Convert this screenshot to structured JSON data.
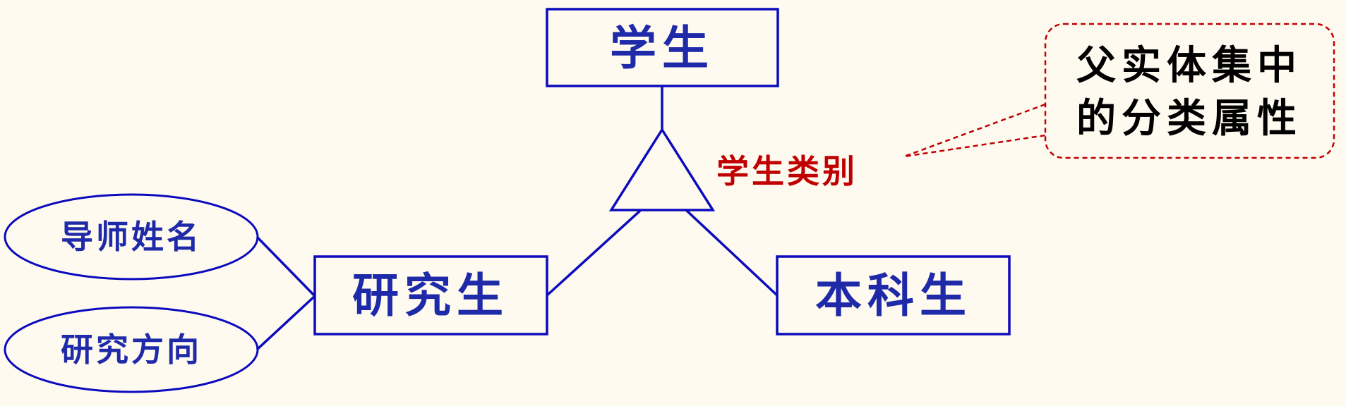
{
  "diagram": {
    "superclass": {
      "label": "学生"
    },
    "subclasses": [
      {
        "label": "研究生"
      },
      {
        "label": "本科生"
      }
    ],
    "attributes": [
      {
        "label": "导师姓名"
      },
      {
        "label": "研究方向"
      }
    ],
    "discriminator": {
      "label": "学生类别"
    },
    "callout": {
      "lines": [
        "父实体集中",
        "的分类属性"
      ]
    }
  },
  "colors": {
    "entity_stroke": "#0b0bbd",
    "entity_text": "#1e2aa8",
    "discriminator_text": "#c00000",
    "callout_border": "#c00000",
    "callout_text": "#000000",
    "background": "#fffaf0"
  }
}
